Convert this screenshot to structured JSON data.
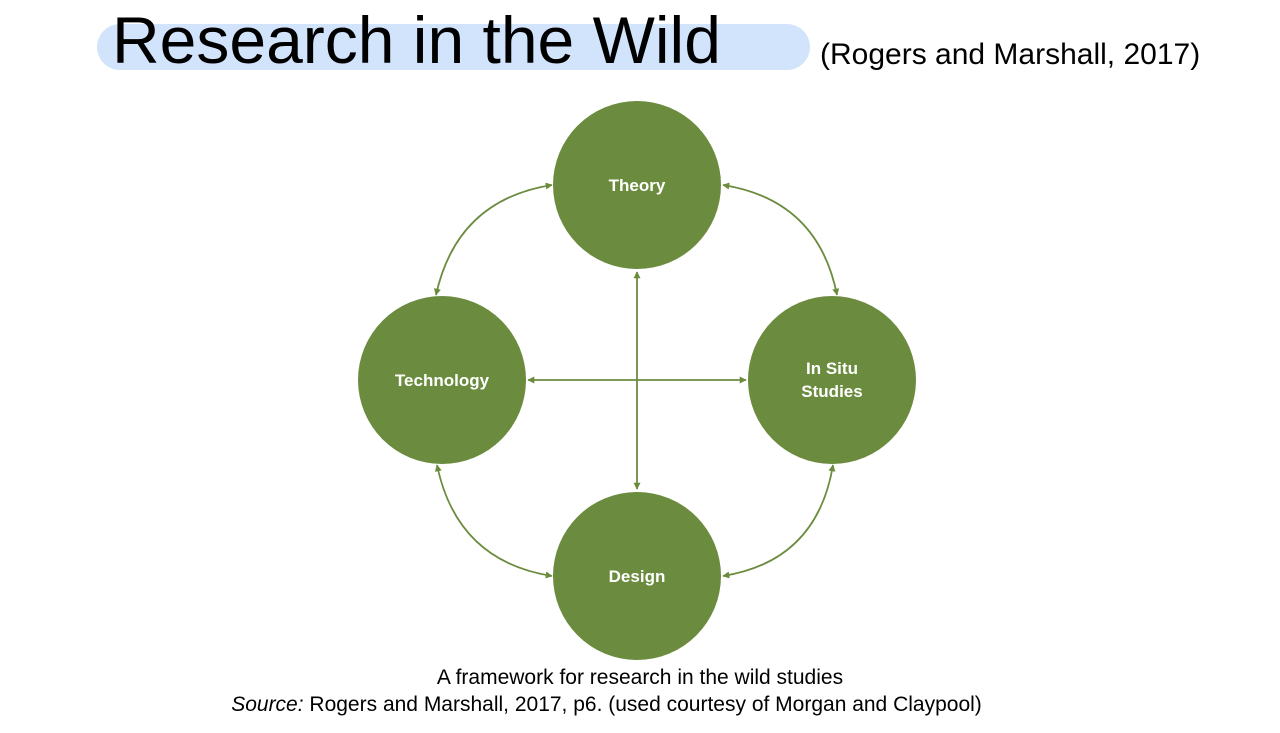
{
  "slide": {
    "title": "Research in the Wild",
    "citation": "(Rogers and Marshall, 2017)"
  },
  "diagram": {
    "nodes": [
      {
        "id": "theory",
        "label": "Theory"
      },
      {
        "id": "technology",
        "label": "Technology"
      },
      {
        "id": "insitu",
        "label_line1": "In Situ",
        "label_line2": "Studies"
      },
      {
        "id": "design",
        "label": "Design"
      }
    ],
    "colors": {
      "node_fill": "#6b8c3e",
      "arrow": "#6b8c3e"
    }
  },
  "caption": {
    "text": "A framework for research in the wild studies",
    "source_label": "Source:",
    "source_text": " Rogers and Marshall, 2017, p6.  (used courtesy of Morgan and Claypool)"
  }
}
